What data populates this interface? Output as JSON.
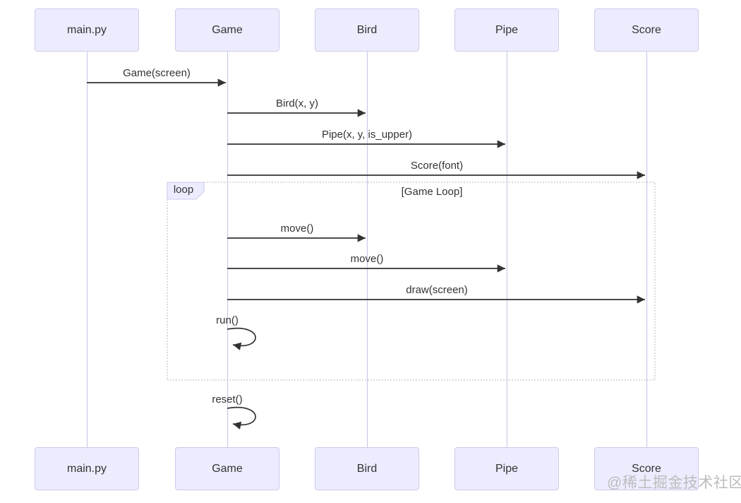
{
  "diagram": {
    "type": "sequence-diagram",
    "actors": [
      {
        "label": "main.py"
      },
      {
        "label": "Game"
      },
      {
        "label": "Bird"
      },
      {
        "label": "Pipe"
      },
      {
        "label": "Score"
      }
    ],
    "messages": [
      {
        "from": "main.py",
        "to": "Game",
        "label": "Game(screen)"
      },
      {
        "from": "Game",
        "to": "Bird",
        "label": "Bird(x, y)"
      },
      {
        "from": "Game",
        "to": "Pipe",
        "label": "Pipe(x, y, is_upper)"
      },
      {
        "from": "Game",
        "to": "Score",
        "label": "Score(font)"
      },
      {
        "from": "Game",
        "to": "Bird",
        "label": "move()",
        "inside_loop": true
      },
      {
        "from": "Game",
        "to": "Pipe",
        "label": "move()",
        "inside_loop": true
      },
      {
        "from": "Game",
        "to": "Score",
        "label": "draw(screen)",
        "inside_loop": true
      },
      {
        "from": "Game",
        "to": "Game",
        "label": "run()",
        "self_message": true,
        "inside_loop": true
      },
      {
        "from": "Game",
        "to": "Game",
        "label": "reset()",
        "self_message": true
      }
    ],
    "fragment": {
      "operator": "loop",
      "condition": "[Game Loop]"
    },
    "watermark": "@稀土掘金技术社区",
    "colors": {
      "background": "#ffffff",
      "actor_fill": "#ECECFF",
      "actor_border": "#CCC9E8",
      "lifeline": "#CCC9E8",
      "message_line": "#333333",
      "text": "#333333",
      "fragment_border": "#B7B7C9",
      "watermark": "#BCBCBC"
    }
  }
}
